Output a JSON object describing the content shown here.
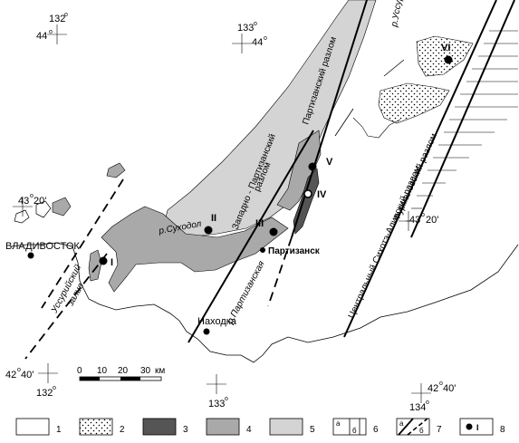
{
  "colors": {
    "background": "#ffffff",
    "light_gray": "#d4d4d4",
    "medium_gray": "#a9a9a9",
    "dark_gray": "#555555",
    "dots": "#000000",
    "outline": "#000000"
  },
  "coordinates": {
    "c1": {
      "lat": "44",
      "lon": "132"
    },
    "c2": {
      "lat": "44",
      "lon": "133"
    },
    "c3": {
      "lat": "43",
      "lat_min": "20'"
    },
    "c4": {
      "lat": "43",
      "lat_min": "20'"
    },
    "c5": {
      "lat": "42",
      "lat_min": "40'",
      "lon": "132"
    },
    "c6": {
      "lon": "133"
    },
    "c7": {
      "lat": "42",
      "lat_min": "40'",
      "lon": "134"
    }
  },
  "places": {
    "vladivostok": "ВЛАДИВОСТОК",
    "partizansk": "Партизанск",
    "nakhodka": "Находка"
  },
  "rivers": {
    "sukhodol": "р.Суходол",
    "partizanskaya": "р.Партизанская",
    "ussuri": "р.Уссури"
  },
  "water": {
    "gulf_line1": "Уссурийский",
    "gulf_line2": "залив"
  },
  "faults": {
    "partizansky": "Партизанский разлом",
    "west_partizansky_line1": "Западно - Партизанский",
    "west_partizansky_line2": "разлом",
    "central_sikhote_alin": "Центральный Сихотэ-Алинский разлом",
    "furmanovsky": "Фурмановский разлом"
  },
  "localities": [
    "I",
    "II",
    "III",
    "IV",
    "V",
    "VI"
  ],
  "scale": {
    "ticks": [
      "0",
      "10",
      "20",
      "30"
    ],
    "unit": "км"
  },
  "legend": {
    "items": [
      {
        "num": "1",
        "fill": "#ffffff"
      },
      {
        "num": "2",
        "fill": "dots"
      },
      {
        "num": "3",
        "fill": "#555555"
      },
      {
        "num": "4",
        "fill": "#a9a9a9"
      },
      {
        "num": "5",
        "fill": "#d4d4d4"
      },
      {
        "num": "6",
        "a": "а",
        "b": "б"
      },
      {
        "num": "7",
        "a": "а",
        "b": "б"
      },
      {
        "num": "8",
        "symbol_label": "I"
      }
    ]
  }
}
